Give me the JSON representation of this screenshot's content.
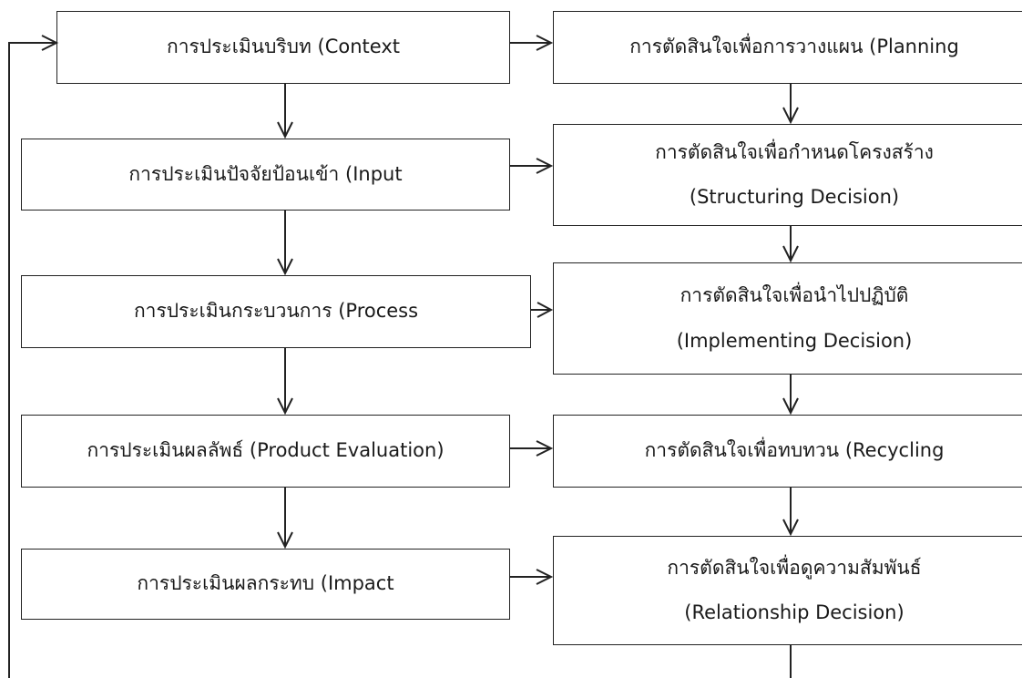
{
  "evaluation": [
    {
      "id": "context",
      "label": "การประเมินบริบท (Context"
    },
    {
      "id": "input",
      "label": "การประเมินปัจจัยป้อนเข้า (Input"
    },
    {
      "id": "process",
      "label": "การประเมินกระบวนการ (Process"
    },
    {
      "id": "product",
      "label": "การประเมินผลลัพธ์ (Product Evaluation)"
    },
    {
      "id": "impact",
      "label": "การประเมินผลกระทบ (Impact"
    }
  ],
  "decisions": [
    {
      "id": "planning",
      "line1": "การตัดสินใจเพื่อการวางแผน (Planning",
      "line2": ""
    },
    {
      "id": "structuring",
      "line1": "การตัดสินใจเพื่อกำหนดโครงสร้าง",
      "line2": "(Structuring Decision)"
    },
    {
      "id": "implementing",
      "line1": "การตัดสินใจเพื่อนำไปปฏิบัติ",
      "line2": "(Implementing Decision)"
    },
    {
      "id": "recycling",
      "line1": "การตัดสินใจเพื่อทบทวน (Recycling",
      "line2": ""
    },
    {
      "id": "relationship",
      "line1": "การตัดสินใจเพื่อดูความสัมพันธ์",
      "line2": "(Relationship Decision)"
    }
  ]
}
